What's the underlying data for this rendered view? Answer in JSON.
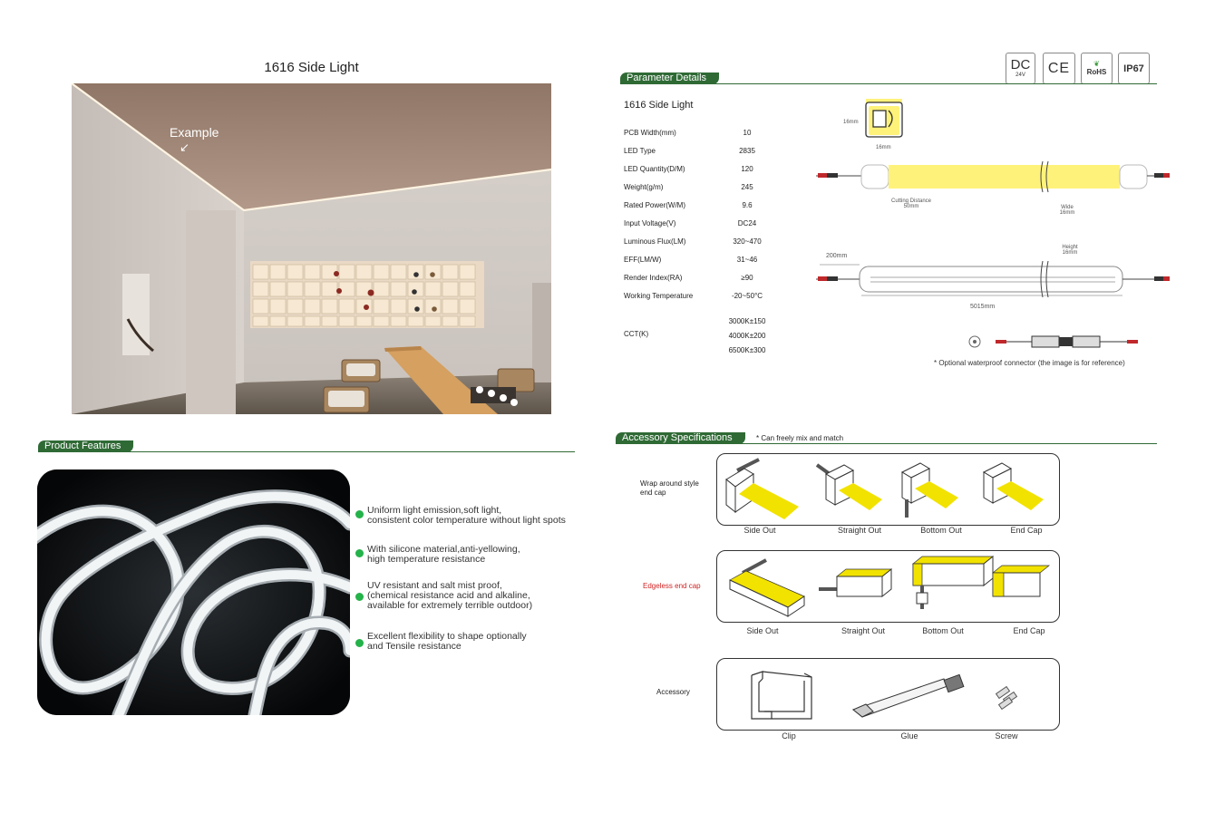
{
  "left": {
    "title": "1616 Side Light",
    "photo_label": "Example",
    "features_header": "Product Features",
    "features": [
      [
        "Uniform light emission,soft light,",
        "consistent color temperature without light spots"
      ],
      [
        "With silicone material,anti-yellowing,",
        "high temperature resistance"
      ],
      [
        "UV resistant and salt mist proof,",
        "(chemical resistance acid and alkaline,",
        "available for extremely terrible outdoor)"
      ],
      [
        "Excellent flexibility to shape optionally",
        "and Tensile resistance"
      ]
    ]
  },
  "certs": {
    "dc": "DC",
    "dc_sub": "24V",
    "ce": "CE",
    "rohs": "RoHS",
    "ip": "IP67"
  },
  "params": {
    "header": "Parameter Details",
    "product": "1616 Side Light",
    "rows": [
      {
        "label": "PCB Width(mm)",
        "value": "10"
      },
      {
        "label": "LED Type",
        "value": "2835"
      },
      {
        "label": "LED Quantity(D/M)",
        "value": "120"
      },
      {
        "label": "Weight(g/m)",
        "value": "245"
      },
      {
        "label": "Rated Power(W/M)",
        "value": "9.6"
      },
      {
        "label": "Input Voltage(V)",
        "value": "DC24"
      },
      {
        "label": "Luminous Flux(LM)",
        "value": "320~470"
      },
      {
        "label": "EFF(LM/W)",
        "value": "31~46"
      },
      {
        "label": "Render Index(RA)",
        "value": "≥90"
      },
      {
        "label": "Working Temperature",
        "value": "-20~50°C"
      }
    ],
    "cct_label": "CCT(K)",
    "cct_values": [
      "3000K±150",
      "4000K±200",
      "6500K±300"
    ]
  },
  "diagram": {
    "dim_16_side": "16mm",
    "dim_16_bottom": "16mm",
    "cutting_1": "Cutting Distance",
    "cutting_2": "50mm",
    "wide_1": "Wide",
    "wide_2": "16mm",
    "lead": "200mm",
    "height_1": "Height",
    "height_2": "16mm",
    "length": "5015mm",
    "connector_note": "* Optional waterproof connector (the image is for reference)"
  },
  "accessories": {
    "header": "Accessory Specifications",
    "header_note": "* Can freely mix and match",
    "wrap_label_1": "Wrap around style",
    "wrap_label_2": "end cap",
    "wrap_caps": [
      "Side Out",
      "Straight Out",
      "Bottom Out",
      "End Cap"
    ],
    "edgeless_label": "Edgeless end cap",
    "edgeless_caps": [
      "Side Out",
      "Straight Out",
      "Bottom Out",
      "End Cap"
    ],
    "accessory_label": "Accessory",
    "accessory_items": [
      "Clip",
      "Glue",
      "Screw"
    ]
  },
  "colors": {
    "brand_green": "#2f6a35",
    "bullet_green": "#24b24a",
    "led_yellow": "#fff27a",
    "edgeless_red": "#d22323"
  }
}
